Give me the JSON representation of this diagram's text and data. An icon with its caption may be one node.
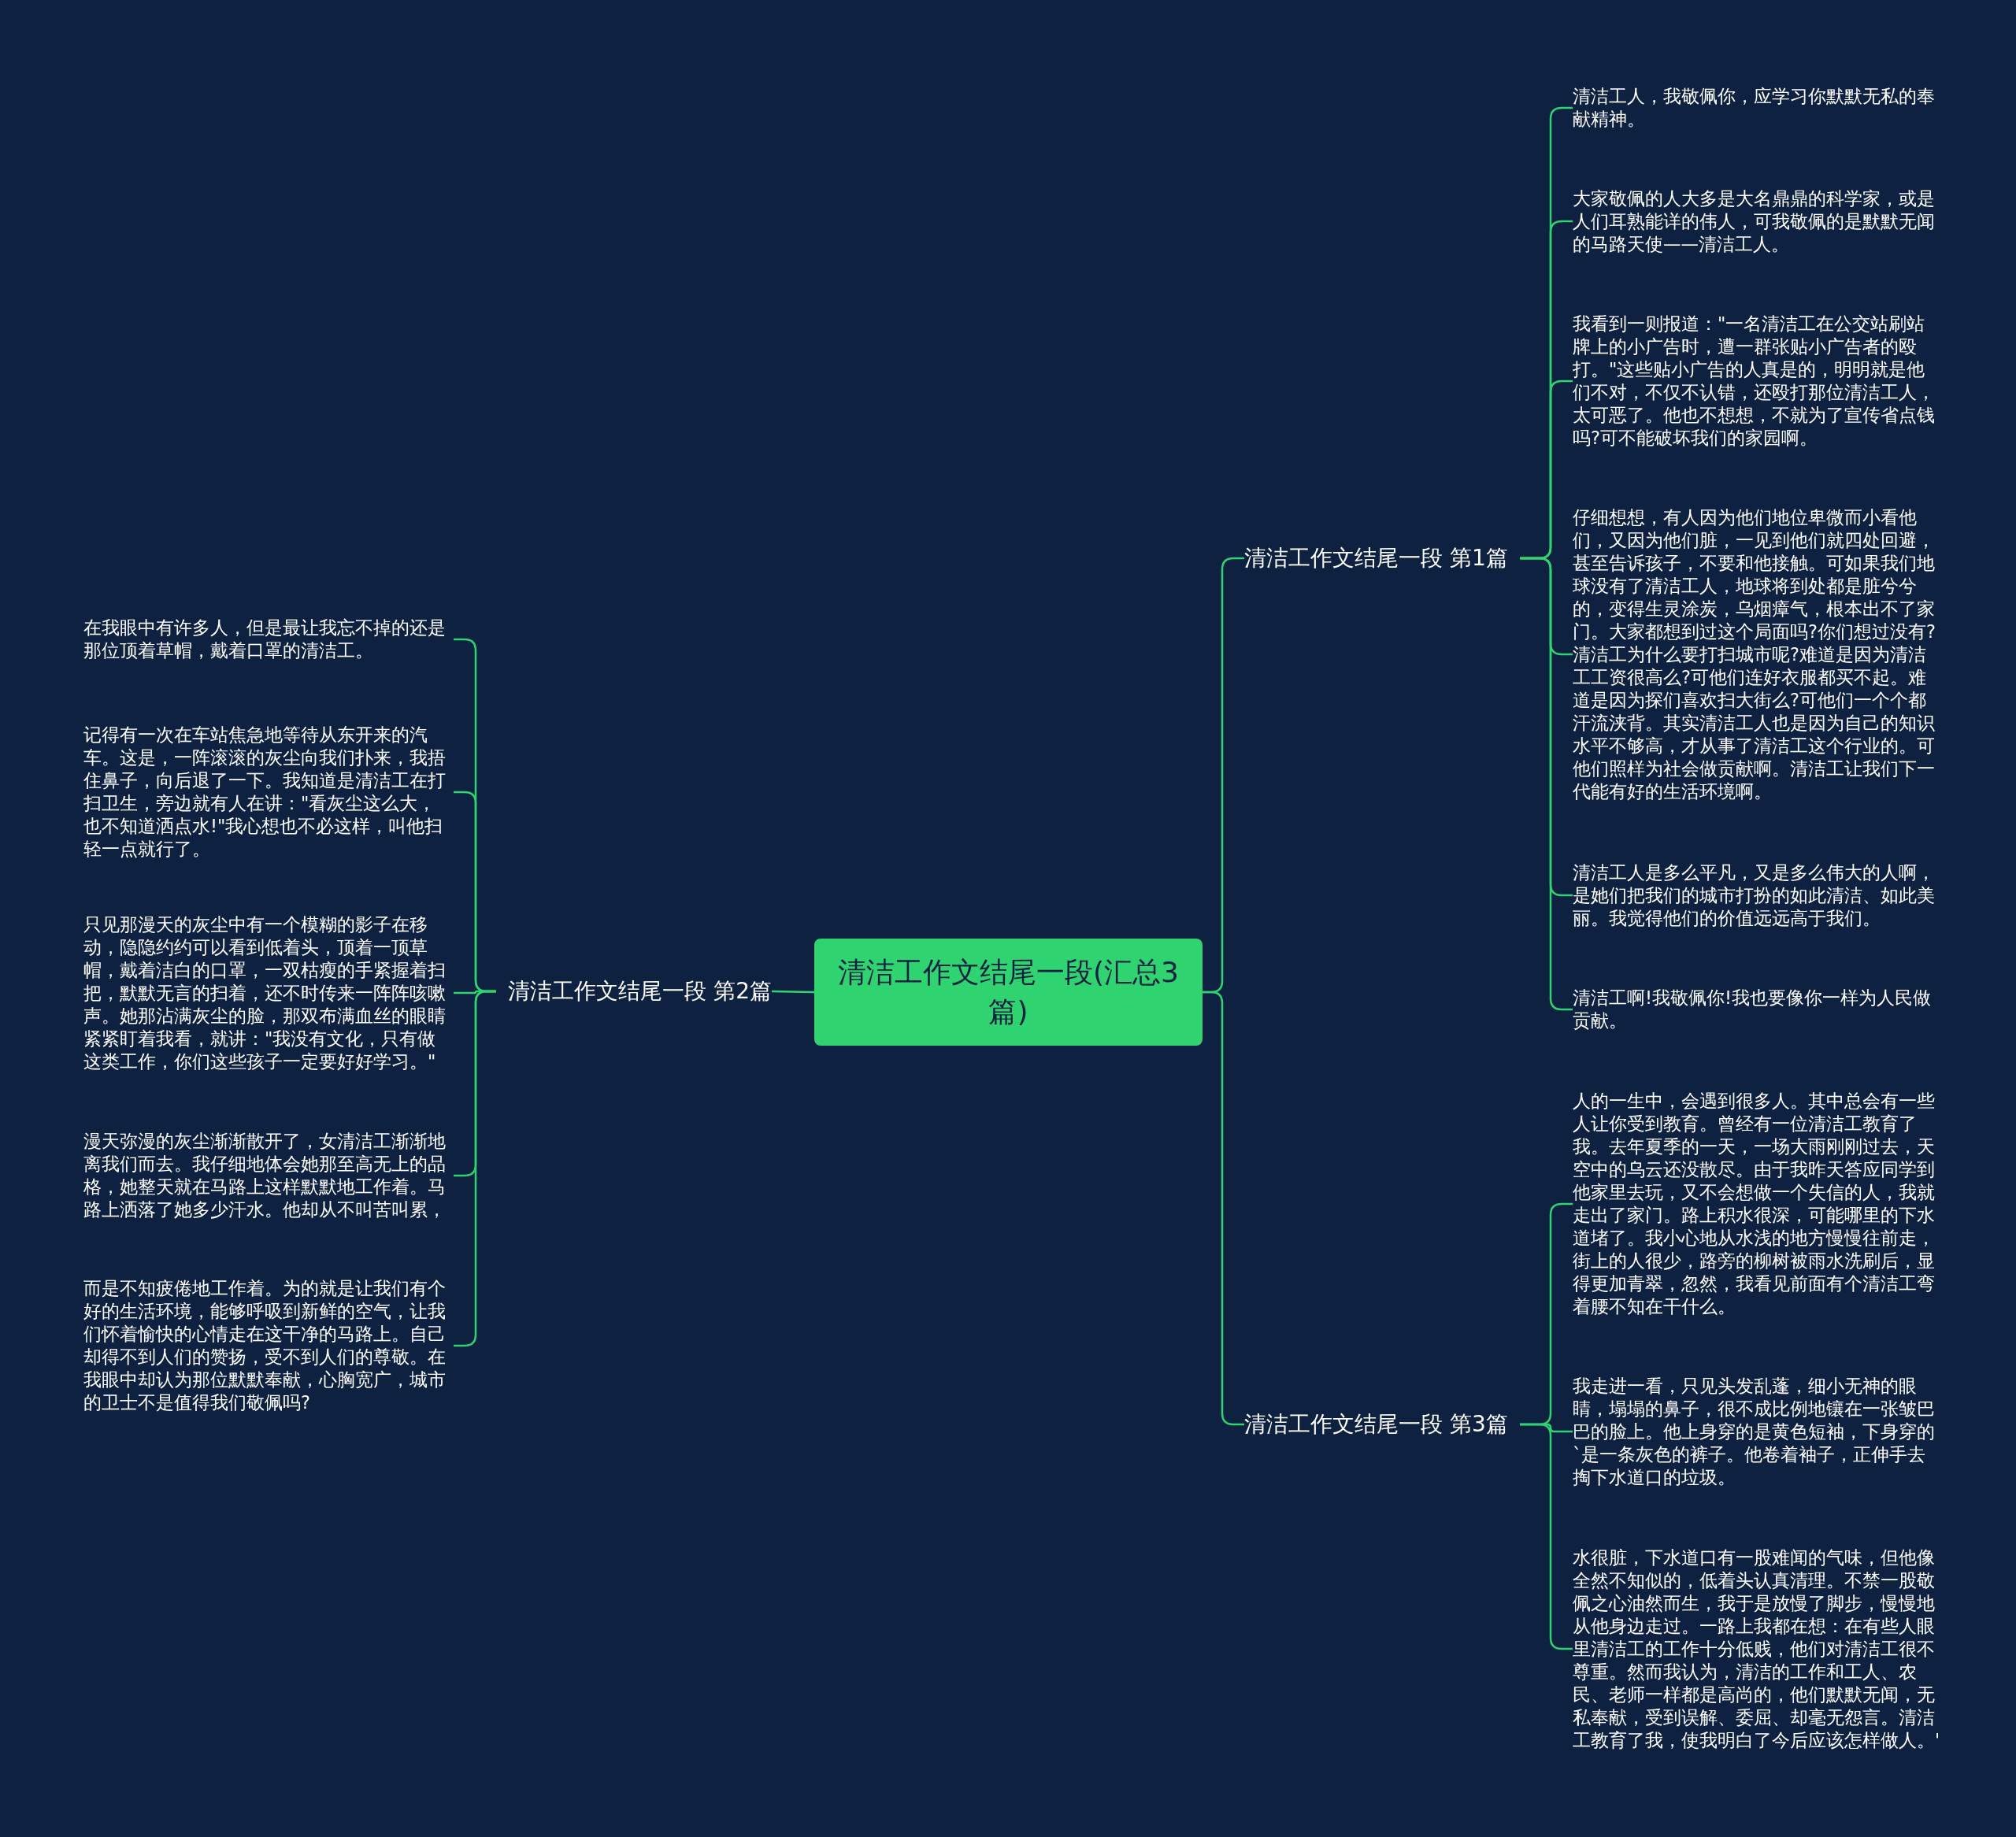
{
  "diagram": {
    "nodes": [
      {
        "text": [
          "清洁工作文结尾一段(汇总3篇)"
        ]
      },
      {
        "text": [
          "清洁工作文结尾一段 第1篇"
        ]
      },
      {
        "text": [
          "清洁工人，我敬佩你，应学习你默默无私的奉献精神。"
        ]
      },
      {
        "text": [
          "大家敬佩的人大多是大名鼎鼎的科学家，或是人们耳熟能详的伟人，可我敬佩的是默默无闻的马路天使——清洁工人。"
        ]
      },
      {
        "text": [
          "我看到一则报道：\"一名清洁工在公交站刷站牌上的小广告时，遭一群张贴小广告者的殴打。\"这些贴小广告的人真是的，明明就是他们不对，不仅不认错，还殴打那位清洁工人，太可恶了。他也不想想，不就为了宣传省点钱吗?可不能破坏我们的家园啊。"
        ]
      },
      {
        "text": [
          "仔细想想，有人因为他们地位卑微而小看他们，又因为他们脏，一见到他们就四处回避，甚至告诉孩子，不要和他接触。可如果我们地球没有了清洁工人，地球将到处都是脏兮兮的，变得生灵涂炭，乌烟瘴气，根本出不了家门。大家都想到过这个局面吗?你们想过没有?清洁工为什么要打扫城市呢?难道是因为清洁工工资很高么?可他们连好衣服都买不起。难道是因为探们喜欢扫大街么?可他们一个个都汗流浃背。其实清洁工人也是因为自己的知识水平不够高，才从事了清洁工这个行业的。可他们照样为社会做贡献啊。清洁工让我们下一代能有好的生活环境啊。"
        ]
      },
      {
        "text": [
          "清洁工人是多么平凡，又是多么伟大的人啊，是她们把我们的城市打扮的如此清洁、如此美丽。我觉得他们的价值远远高于我们。"
        ]
      },
      {
        "text": [
          "清洁工啊!我敬佩你!我也要像你一样为人民做贡献。"
        ]
      },
      {
        "text": [
          "清洁工作文结尾一段 第2篇"
        ]
      },
      {
        "text": [
          "在我眼中有许多人，但是最让我忘不掉的还是那位顶着草帽，戴着口罩的清洁工。"
        ]
      },
      {
        "text": [
          "记得有一次在车站焦急地等待从东开来的汽车。这是，一阵滚滚的灰尘向我们扑来，我捂住鼻子，向后退了一下。我知道是清洁工在打扫卫生，旁边就有人在讲：\"看灰尘这么大，也不知道洒点水!\"我心想也不必这样，叫他扫轻一点就行了。"
        ]
      },
      {
        "text": [
          "只见那漫天的灰尘中有一个模糊的影子在移动，隐隐约约可以看到低着头，顶着一顶草帽，戴着洁白的口罩，一双枯瘦的手紧握着扫把，默默无言的扫着，还不时传来一阵阵咳嗽声。她那沾满灰尘的脸，那双布满血丝的眼睛紧紧盯着我看，就讲：\"我没有文化，只有做这类工作，你们这些孩子一定要好好学习。\""
        ]
      },
      {
        "text": [
          "漫天弥漫的灰尘渐渐散开了，女清洁工渐渐地离我们而去。我仔细地体会她那至高无上的品格，她整天就在马路上这样默默地工作着。马路上洒落了她多少汗水。他却从不叫苦叫累，"
        ]
      },
      {
        "text": [
          "而是不知疲倦地工作着。为的就是让我们有个好的生活环境，能够呼吸到新鲜的空气，让我们怀着愉快的心情走在这干净的马路上。自己却得不到人们的赞扬，受不到人们的尊敬。在我眼中却认为那位默默奉献，心胸宽广，城市的卫士不是值得我们敬佩吗?"
        ]
      },
      {
        "text": [
          "清洁工作文结尾一段 第3篇"
        ]
      },
      {
        "text": [
          "人的一生中，会遇到很多人。其中总会有一些人让你受到教育。曾经有一位清洁工教育了我。去年夏季的一天，一场大雨刚刚过去，天空中的乌云还没散尽。由于我昨天答应同学到他家里去玩，又不会想做一个失信的人，我就走出了家门。路上积水很深，可能哪里的下水道堵了。我小心地从水浅的地方慢慢往前走，街上的人很少，路旁的柳树被雨水洗刷后，显得更加青翠，忽然，我看见前面有个清洁工弯着腰不知在干什么。"
        ]
      },
      {
        "text": [
          "我走进一看，只见头发乱蓬，细小无神的眼睛，塌塌的鼻子，很不成比例地镶在一张皱巴巴的脸上。他上身穿的是黄色短袖，下身穿的`是一条灰色的裤子。他卷着袖子，正伸手去掏下水道口的垃圾。"
        ]
      },
      {
        "text": [
          "水很脏，下水道口有一股难闻的气味，但他像全然不知似的，低着头认真清理。不禁一股敬佩之心油然而生，我于是放慢了脚步，慢慢地从他身边走过。一路上我都在想：在有些人眼里清洁工的工作十分低贱，他们对清洁工很不尊重。然而我认为，清洁的工作和工人、农民、老师一样都是高尚的，他们默默无闻，无私奉献，受到误解、委屈、却毫无怨言。清洁工教育了我，使我明白了今后应该怎样做人。'"
        ]
      }
    ],
    "edges": [
      {
        "from": 0,
        "to": 1,
        "arrow": "none"
      },
      {
        "from": 1,
        "to": 2,
        "arrow": "none"
      },
      {
        "from": 1,
        "to": 3,
        "arrow": "none"
      },
      {
        "from": 1,
        "to": 4,
        "arrow": "none"
      },
      {
        "from": 1,
        "to": 5,
        "arrow": "none"
      },
      {
        "from": 1,
        "to": 6,
        "arrow": "none"
      },
      {
        "from": 1,
        "to": 7,
        "arrow": "none"
      },
      {
        "from": 0,
        "to": 8,
        "arrow": "none"
      },
      {
        "from": 8,
        "to": 9,
        "arrow": "none"
      },
      {
        "from": 8,
        "to": 10,
        "arrow": "none"
      },
      {
        "from": 8,
        "to": 11,
        "arrow": "none"
      },
      {
        "from": 8,
        "to": 12,
        "arrow": "none"
      },
      {
        "from": 8,
        "to": 13,
        "arrow": "none"
      },
      {
        "from": 0,
        "to": 14,
        "arrow": "none"
      },
      {
        "from": 14,
        "to": 15,
        "arrow": "none"
      },
      {
        "from": 14,
        "to": 16,
        "arrow": "none"
      },
      {
        "from": 14,
        "to": 17,
        "arrow": "none"
      }
    ]
  }
}
